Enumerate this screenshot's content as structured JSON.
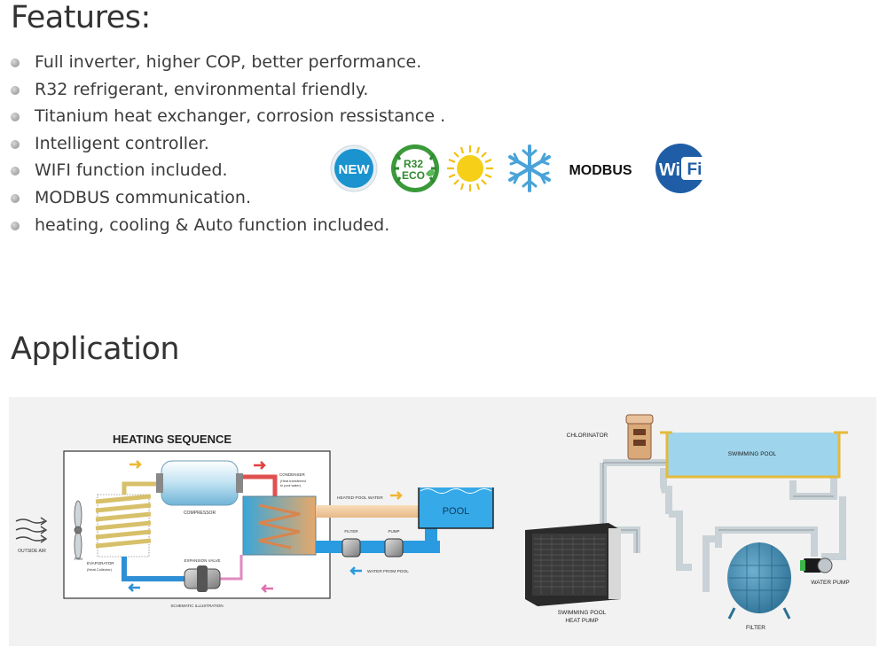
{
  "features": {
    "title": "Features:",
    "items": [
      "Full inverter, higher COP, better performance.",
      "R32 refrigerant, environmental friendly.",
      "Titanium heat exchanger, corrosion ressistance .",
      "Intelligent controller.",
      "WIFI function included.",
      "MODBUS communication.",
      "heating, cooling & Auto function included."
    ],
    "badges": {
      "new": "NEW",
      "r32_top": "R32",
      "r32_bottom": "ECO",
      "modbus": "MODBUS",
      "wifi_left": "Wi",
      "wifi_right": "Fi"
    }
  },
  "application": {
    "title": "Application",
    "heating": {
      "title": "HEATING SEQUENCE",
      "compressor": "COMPRESSOR",
      "condenser": "CONDENSER",
      "condenser_note1": "(Heat transferred",
      "condenser_note2": "to pool water)",
      "heated_water": "HEATED POOL WATER",
      "pool": "POOL",
      "filter": "FILTER",
      "pump": "PUMP",
      "water_from_pool": "WATER FROM POOL",
      "evaporator": "EVAPORATOR",
      "evaporator_note": "(Heat Collector)",
      "fan": "FAN",
      "outside_air": "OUTSIDE AIR",
      "expansion_valve": "EXPANSION VALVE",
      "schematic": "SCHEMATIC ILLUSTRATION"
    },
    "install": {
      "chlorinator": "CHLORINATOR",
      "swimming_pool": "SWIMMING POOL",
      "water_pump": "WATER PUMP",
      "heat_pump_1": "SWIMMING POOL",
      "heat_pump_2": "HEAT PUMP",
      "filter": "FILTER"
    }
  }
}
